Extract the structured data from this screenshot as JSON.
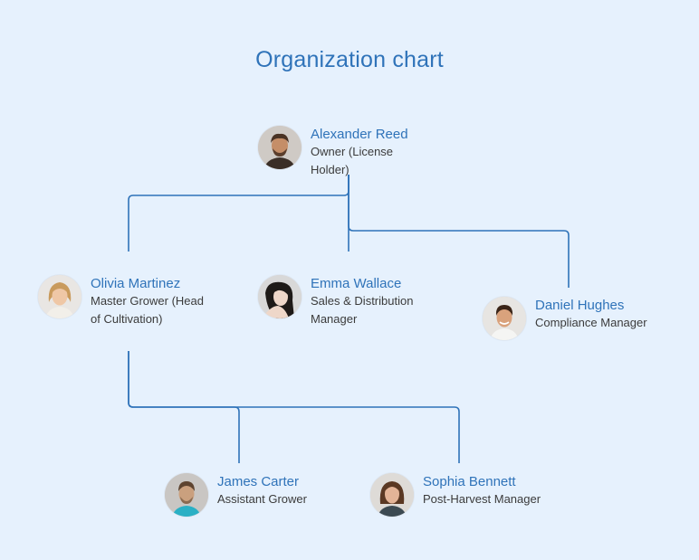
{
  "title": "Organization chart",
  "colors": {
    "background": "#e6f1fd",
    "accent": "#2f73b9",
    "connector": "#2f73b9",
    "text": "#3b3b3b"
  },
  "people": {
    "alexander": {
      "name": "Alexander Reed",
      "role_line1": "Owner (License",
      "role_line2": "Holder)",
      "icon": "portrait-photo"
    },
    "olivia": {
      "name": "Olivia Martinez",
      "role_line1": "Master Grower (Head",
      "role_line2": "of Cultivation)",
      "icon": "portrait-photo"
    },
    "emma": {
      "name": "Emma Wallace",
      "role_line1": "Sales & Distribution",
      "role_line2": "Manager",
      "icon": "portrait-photo"
    },
    "daniel": {
      "name": "Daniel Hughes",
      "role_line1": "Compliance Manager",
      "icon": "portrait-photo"
    },
    "james": {
      "name": "James Carter",
      "role_line1": "Assistant Grower",
      "icon": "portrait-photo"
    },
    "sophia": {
      "name": "Sophia Bennett",
      "role_line1": "Post-Harvest Manager",
      "icon": "portrait-photo"
    }
  }
}
